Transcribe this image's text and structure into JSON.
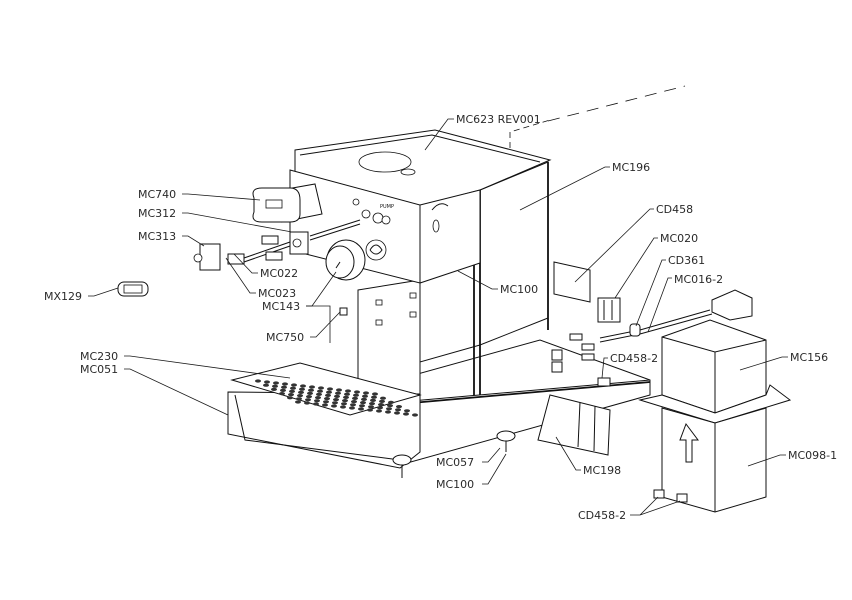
{
  "diagram": {
    "title": "Espresso machine exploded parts diagram",
    "labels": {
      "mc623": "MC623 REV001",
      "mc196": "MC196",
      "cd458": "CD458",
      "mc020": "MC020",
      "cd361": "CD361",
      "mc016_2": "MC016-2",
      "mc156": "MC156",
      "cd458_2_upper": "CD458-2",
      "mc098_1": "MC098-1",
      "cd458_2_lower": "CD458-2",
      "mc198": "MC198",
      "mc057": "MC057",
      "mc100_lower": "MC100",
      "mc100_upper": "MC100",
      "mc740": "MC740",
      "mc312": "MC312",
      "mc313": "MC313",
      "mc022": "MC022",
      "mc023": "MC023",
      "mc143": "MC143",
      "mx129": "MX129",
      "mc750": "MC750",
      "mc230": "MC230",
      "mc051": "MC051"
    },
    "panel_marks": {
      "pump": "PUMP"
    }
  }
}
